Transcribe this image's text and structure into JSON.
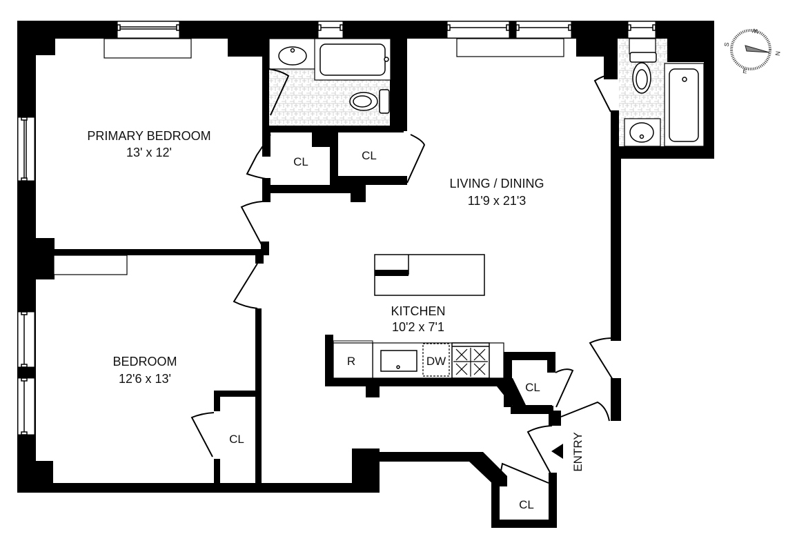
{
  "plan": {
    "rooms": [
      {
        "id": "primary-bedroom",
        "name": "PRIMARY BEDROOM",
        "dims": "13' x 12'"
      },
      {
        "id": "living-dining",
        "name": "LIVING / DINING",
        "dims": "11'9 x 21'3"
      },
      {
        "id": "kitchen",
        "name": "KITCHEN",
        "dims": "10'2 x 7'1"
      },
      {
        "id": "bedroom",
        "name": "BEDROOM",
        "dims": "12'6 x 13'"
      }
    ],
    "closets": [
      "CL",
      "CL",
      "CL",
      "CL",
      "CL"
    ],
    "appliances": {
      "refrigerator": "R",
      "dishwasher": "DW"
    },
    "entry_label": "ENTRY",
    "compass": {
      "north": "N",
      "south": "S",
      "east": "E",
      "west": "W"
    }
  }
}
